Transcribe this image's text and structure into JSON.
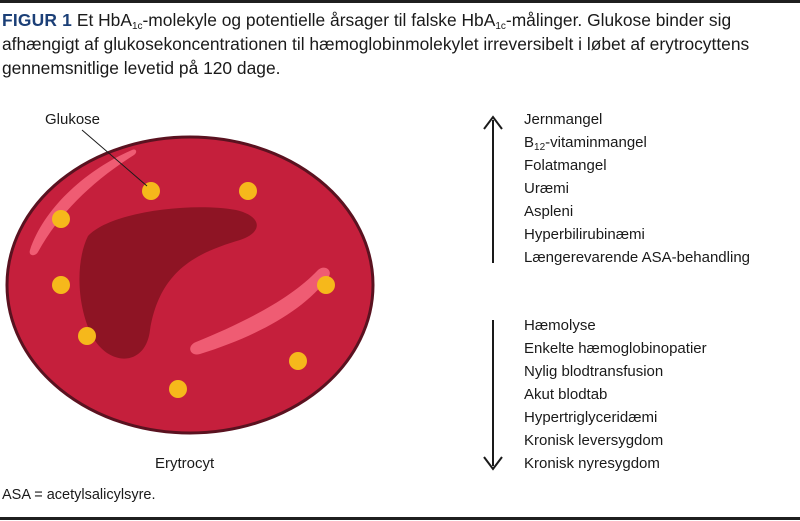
{
  "caption": {
    "label": "FIGUR 1",
    "t1": " Et HbA",
    "t1_sub": "1c",
    "t2": "-molekyle og potentielle årsager til falske HbA",
    "t2_sub": "1c",
    "t3": "-målinger. Glukose binder sig afhængigt af glukosekoncentrationen til hæmoglobinmolekylet irreversibelt i løbet af erytrocyttens gennemsnitlige levetid på 120 dage."
  },
  "diagram": {
    "glucose_label": "Glukose",
    "cell_label": "Erytrocyt"
  },
  "up_list": {
    "items": [
      {
        "text": "Jernmangel"
      },
      {
        "text": "B",
        "sub": "12",
        "after": "-vitaminmangel"
      },
      {
        "text": "Folatmangel"
      },
      {
        "text": "Uræmi"
      },
      {
        "text": "Aspleni"
      },
      {
        "text": "Hyperbilirubinæmi"
      },
      {
        "text": "Længerevarende ASA-behandling"
      }
    ]
  },
  "down_list": {
    "items": [
      {
        "text": "Hæmolyse"
      },
      {
        "text": "Enkelte hæmoglobinopatier"
      },
      {
        "text": "Nylig blodtransfusion"
      },
      {
        "text": "Akut blodtab"
      },
      {
        "text": "Hypertriglyceridæmi"
      },
      {
        "text": "Kronisk leversygdom"
      },
      {
        "text": "Kronisk nyresygdom"
      }
    ]
  },
  "footnote": "ASA = acetylsalicylsyre.",
  "colors": {
    "caption_label": "#1b3f77",
    "cell_fill": "#c51f3c",
    "cell_outline": "#5a1220",
    "cell_center": "#8e1424",
    "highlight": "#ef5c73",
    "glucose": "#f6b81b"
  }
}
